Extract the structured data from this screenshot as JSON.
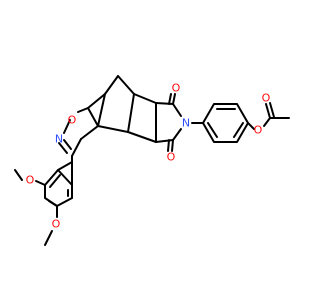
{
  "molecule": {
    "colors": {
      "carbon_bond": "#000000",
      "oxygen": "#ff0d0d",
      "nitrogen": "#3050f8",
      "background": "#ffffff"
    },
    "atoms": [
      {
        "id": "o-ring",
        "symbol": "O",
        "element": "oxygen"
      },
      {
        "id": "n-ring",
        "symbol": "N",
        "element": "nitrogen"
      },
      {
        "id": "n-imide",
        "symbol": "N",
        "element": "nitrogen"
      },
      {
        "id": "o-imide-top",
        "symbol": "O",
        "element": "oxygen"
      },
      {
        "id": "o-imide-bot",
        "symbol": "O",
        "element": "oxygen"
      },
      {
        "id": "o-ester",
        "symbol": "O",
        "element": "oxygen"
      },
      {
        "id": "o-carbonyl",
        "symbol": "O",
        "element": "oxygen"
      },
      {
        "id": "o-methoxy-1",
        "symbol": "O",
        "element": "oxygen"
      },
      {
        "id": "o-methoxy-2",
        "symbol": "O",
        "element": "oxygen"
      }
    ]
  }
}
